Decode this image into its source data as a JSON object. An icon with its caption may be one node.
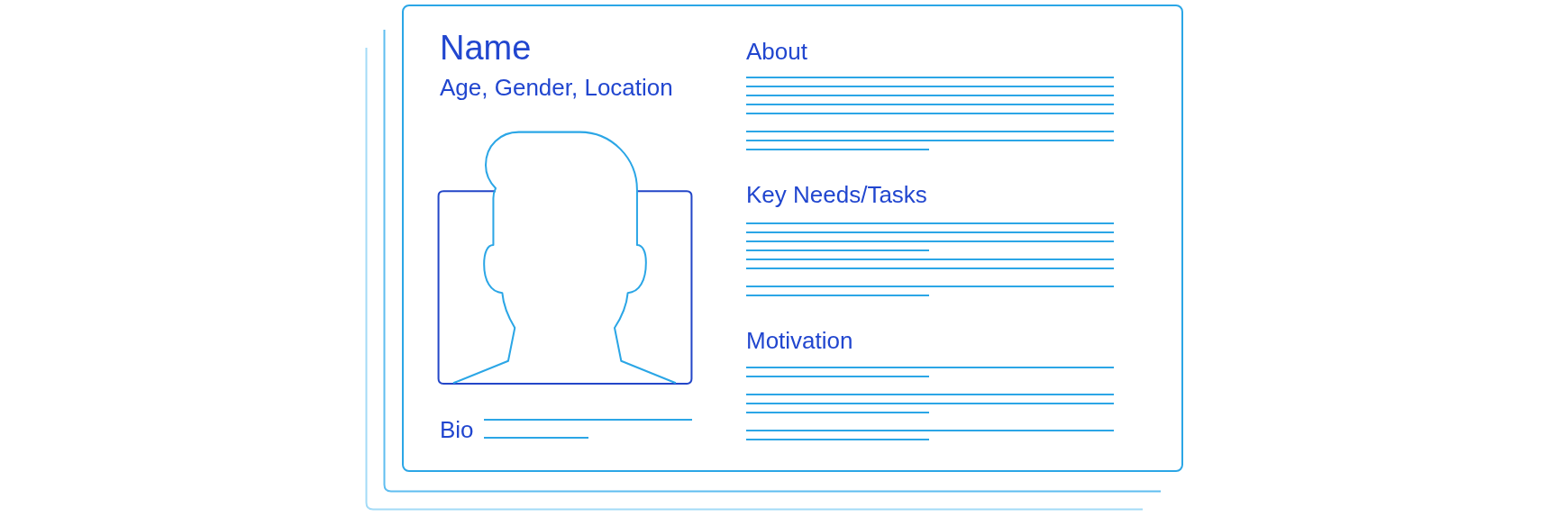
{
  "diagram": {
    "nodes": [
      {
        "text": [
          "Name",
          "Age, Gender, Location",
          "Bio",
          "About",
          "Key Needs/Tasks",
          "Motivation"
        ]
      }
    ]
  }
}
